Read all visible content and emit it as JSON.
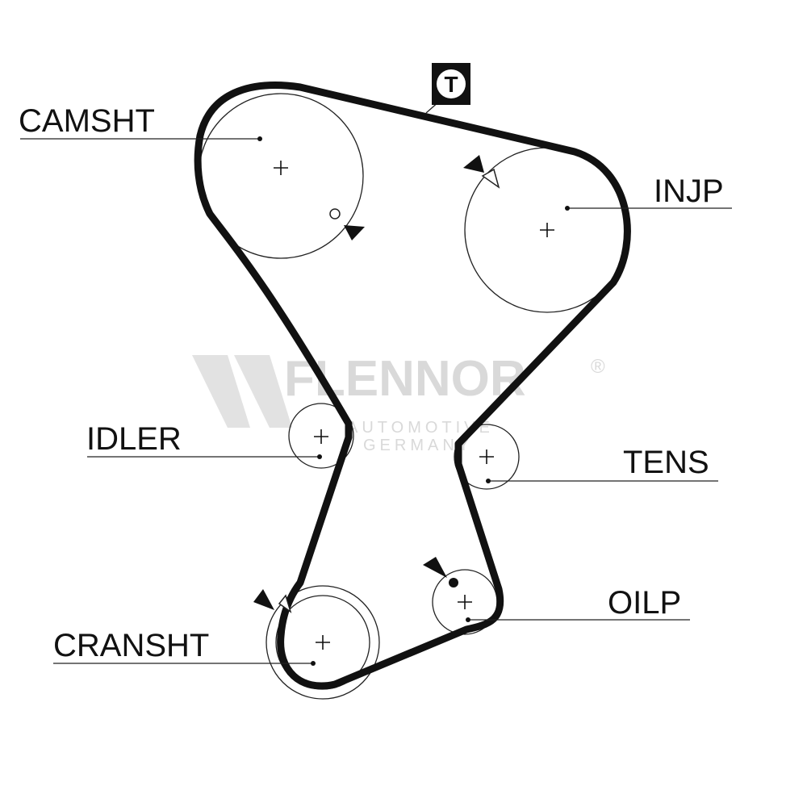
{
  "diagram": {
    "components": [
      {
        "id": "camshaft",
        "label": "CAMSHT"
      },
      {
        "id": "injection-pump",
        "label": "INJP"
      },
      {
        "id": "idler",
        "label": "IDLER"
      },
      {
        "id": "tensioner",
        "label": "TENS"
      },
      {
        "id": "oil-pump",
        "label": "OILP"
      },
      {
        "id": "crankshaft",
        "label": "CRANSHT"
      }
    ],
    "tensioner_marker": "T",
    "watermark": {
      "brand": "FLENNOR",
      "registered_mark": "®",
      "line1": "AUTOMOTIVE",
      "line2": "GERMANY"
    },
    "colors": {
      "line": "#111111",
      "watermark": "#d9d9d9",
      "background": "#ffffff"
    },
    "icons": [
      "timing-mark-arrow-icon",
      "timing-dot-icon",
      "center-cross-icon"
    ]
  }
}
